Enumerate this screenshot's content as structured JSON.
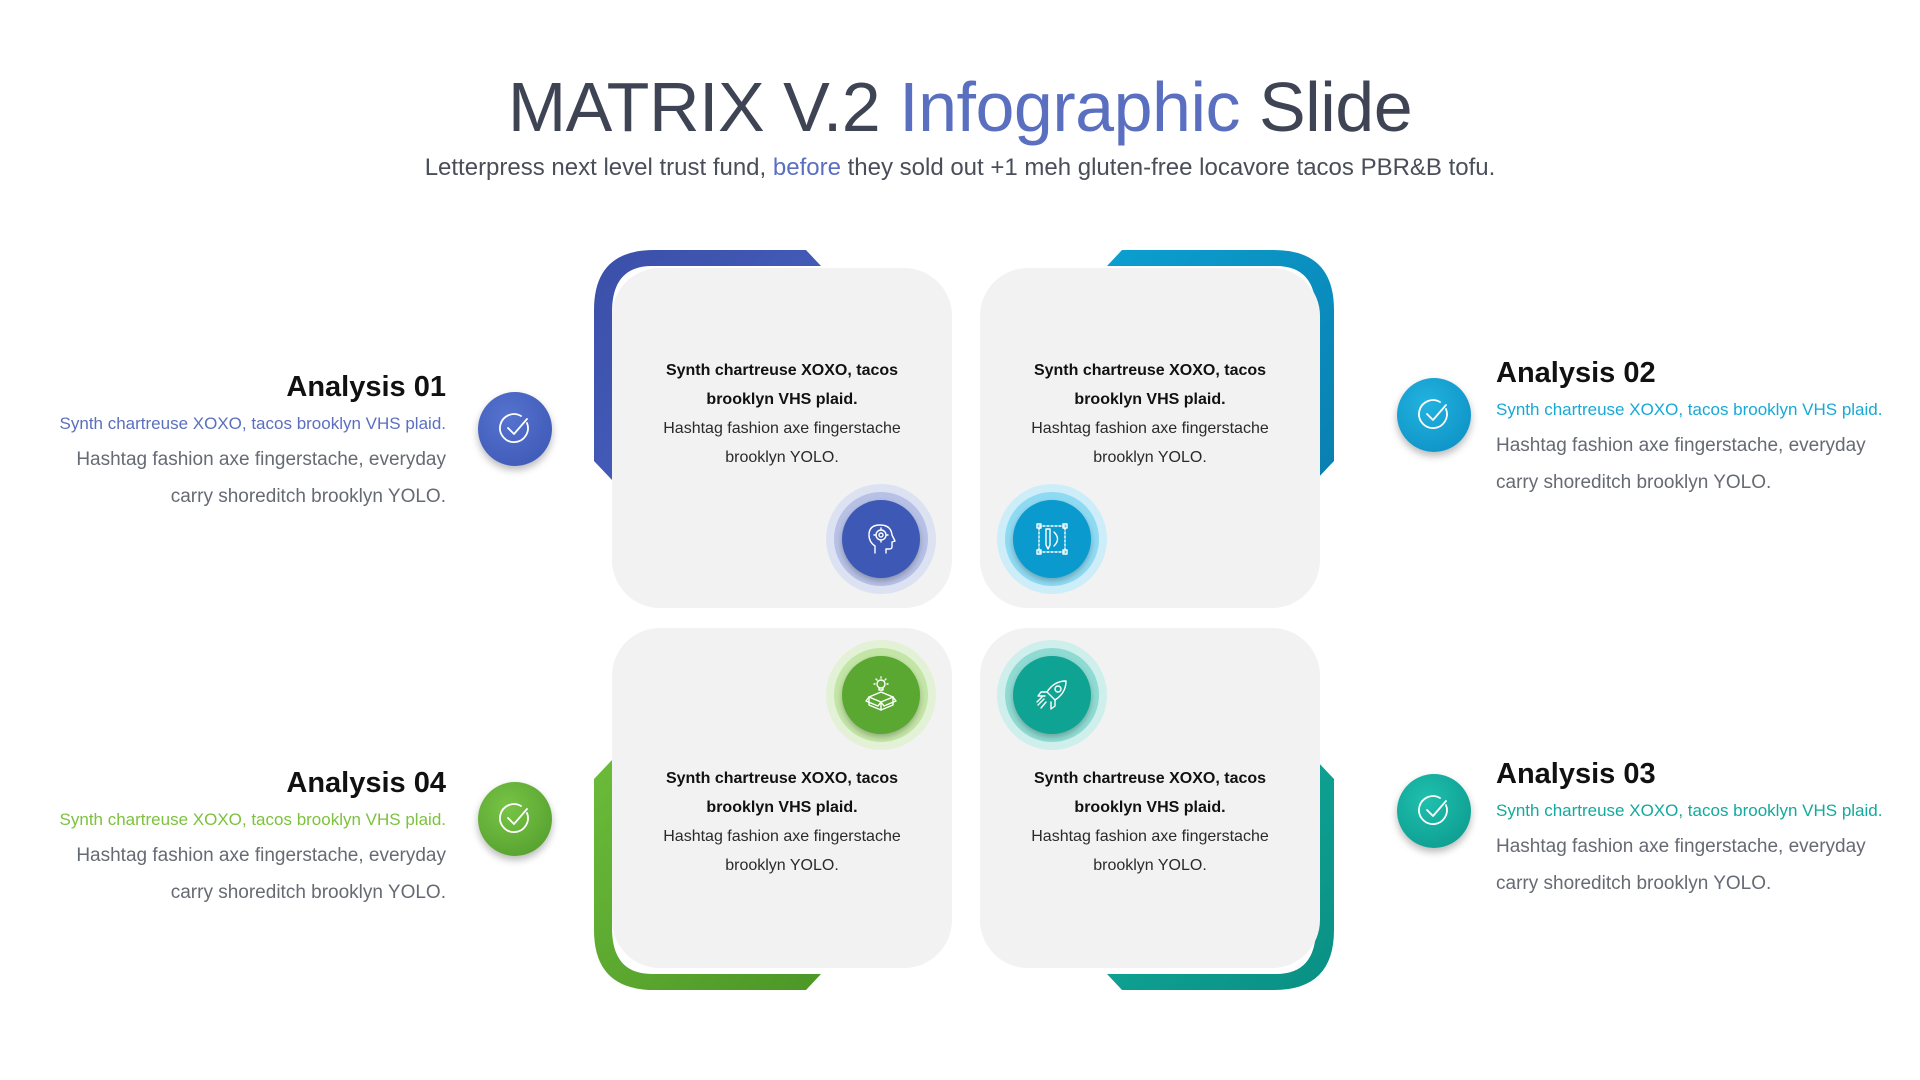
{
  "header": {
    "title_part1": "MATRIX V.2 ",
    "title_accent": "Infographic",
    "title_part3": " Slide",
    "subtitle_part1": "Letterpress next level trust fund, ",
    "subtitle_accent": "before",
    "subtitle_part3": " they sold out +1 meh gluten-free locavore tacos PBR&B tofu."
  },
  "colors": {
    "blue": "#3b55b2",
    "cyan": "#0b8fc4",
    "green": "#5aa832",
    "teal": "#0fa393"
  },
  "cards": [
    {
      "bold": "Synth chartreuse XOXO, tacos brooklyn VHS plaid.",
      "body": "Hashtag fashion axe fingerstache brooklyn YOLO.",
      "icon": "head-brain-icon"
    },
    {
      "bold": "Synth chartreuse XOXO, tacos brooklyn VHS plaid.",
      "body": "Hashtag fashion axe fingerstache brooklyn YOLO.",
      "icon": "design-tool-icon"
    },
    {
      "bold": "Synth chartreuse XOXO, tacos brooklyn VHS plaid.",
      "body": "Hashtag fashion axe fingerstache brooklyn YOLO.",
      "icon": "idea-box-icon"
    },
    {
      "bold": "Synth chartreuse XOXO, tacos brooklyn VHS plaid.",
      "body": "Hashtag fashion axe fingerstache brooklyn YOLO.",
      "icon": "rocket-icon"
    }
  ],
  "analyses": [
    {
      "title": "Analysis 01",
      "tag": "Synth chartreuse XOXO, tacos brooklyn VHS plaid.",
      "desc": "Hashtag fashion axe fingerstache, everyday carry shoreditch brooklyn YOLO.",
      "icon": "check-icon"
    },
    {
      "title": "Analysis 02",
      "tag": "Synth chartreuse XOXO, tacos brooklyn VHS plaid.",
      "desc": "Hashtag fashion axe fingerstache, everyday carry shoreditch brooklyn YOLO.",
      "icon": "check-icon"
    },
    {
      "title": "Analysis 03",
      "tag": "Synth chartreuse XOXO, tacos brooklyn VHS plaid.",
      "desc": "Hashtag fashion axe fingerstache, everyday carry shoreditch brooklyn YOLO.",
      "icon": "check-icon"
    },
    {
      "title": "Analysis 04",
      "tag": "Synth chartreuse XOXO, tacos brooklyn VHS plaid.",
      "desc": "Hashtag fashion axe fingerstache, everyday carry shoreditch brooklyn YOLO.",
      "icon": "check-icon"
    }
  ]
}
